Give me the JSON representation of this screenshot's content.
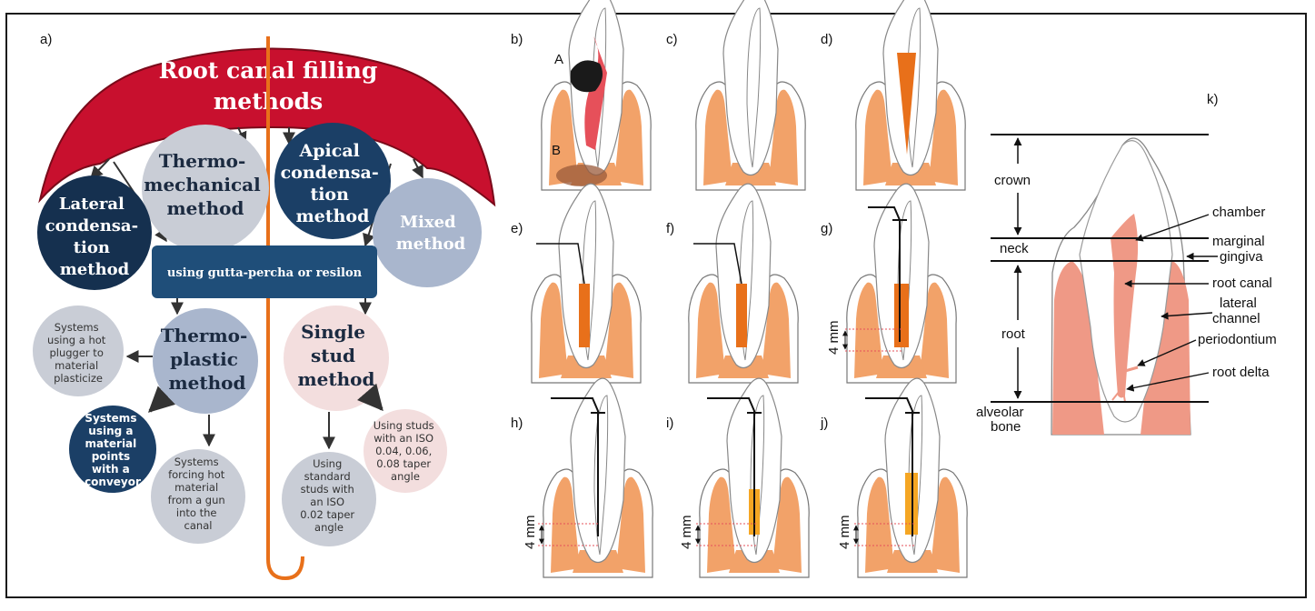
{
  "panels": {
    "a": "a)",
    "b": "b)",
    "c": "c)",
    "d": "d)",
    "e": "e)",
    "f": "f)",
    "g": "g)",
    "h": "h)",
    "i": "i)",
    "j": "j)",
    "k": "k)"
  },
  "umbrella": {
    "title_line1": "Root canal filling",
    "title_line2": "methods",
    "banner": "using gutta-percha or resilon"
  },
  "circles": {
    "thermo_mech": [
      "Thermo-",
      "mechanical",
      "method"
    ],
    "apical": [
      "Apical",
      "condensa-",
      "tion",
      "method"
    ],
    "lateral": [
      "Lateral",
      "condensa-",
      "tion",
      "method"
    ],
    "mixed": [
      "Mixed",
      "method"
    ],
    "thermoplastic": [
      "Thermo-",
      "plastic",
      "method"
    ],
    "single_stud": [
      "Single",
      "stud",
      "method"
    ],
    "hot_plugger": [
      "Systems",
      "using a hot",
      "plugger to",
      "material",
      "plasticize"
    ],
    "conveyor": [
      "Systems",
      "using a",
      "material",
      "points",
      "with a",
      "conveyor"
    ],
    "gun": [
      "Systems",
      "forcing hot",
      "material",
      "from a gun",
      "into the",
      "canal"
    ],
    "standard_studs": [
      "Using",
      "standard",
      "studs with",
      "an ISO",
      "0.02 taper",
      "angle"
    ],
    "iso_studs": [
      "Using studs",
      "with an ISO",
      "0.04, 0.06,",
      "0.08 taper",
      "angle"
    ]
  },
  "tooth_b": {
    "label_a": "A",
    "label_b": "B"
  },
  "measure": "4 mm",
  "anatomy": {
    "crown": "crown",
    "neck": "neck",
    "root": "root",
    "alveolar_bone_1": "alveolar",
    "alveolar_bone_2": "bone",
    "chamber": "chamber",
    "marginal_gingiva_1": "marginal",
    "marginal_gingiva_2": "gingiva",
    "root_canal": "root canal",
    "lateral_channel_1": "lateral",
    "lateral_channel_2": "channel",
    "periodontium": "periodontium",
    "root_delta": "root delta"
  },
  "colors": {
    "umbrella_red": "#c8102e",
    "handle_orange": "#e8701a",
    "banner_blue": "#1f4e79",
    "dark_blue": "#1b3f66",
    "navy": "#15304f",
    "gray_blue": "#a9b6cd",
    "light_gray": "#c9cdd6",
    "pale_pink": "#f3dede",
    "tooth_orange": "#f2a269",
    "canal_red": "#e6505a",
    "root_salmon": "#ef9986"
  }
}
